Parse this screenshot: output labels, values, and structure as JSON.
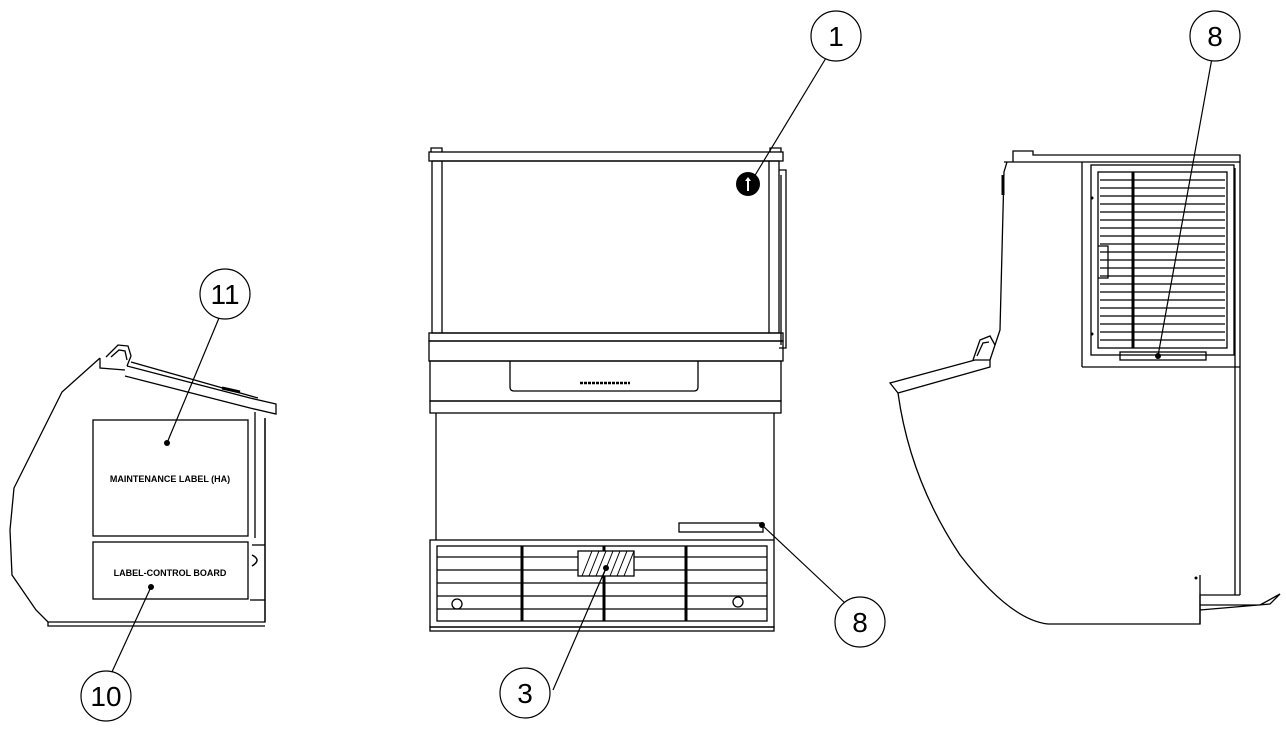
{
  "callouts": {
    "c1": "1",
    "c3": "3",
    "c8_front": "8",
    "c8_side": "8",
    "c10": "10",
    "c11": "11"
  },
  "labels": {
    "maintenance": "MAINTENANCE LABEL (HA)",
    "control_board": "LABEL-CONTROL BOARD"
  },
  "colors": {
    "line": "#000000",
    "background": "#ffffff"
  }
}
